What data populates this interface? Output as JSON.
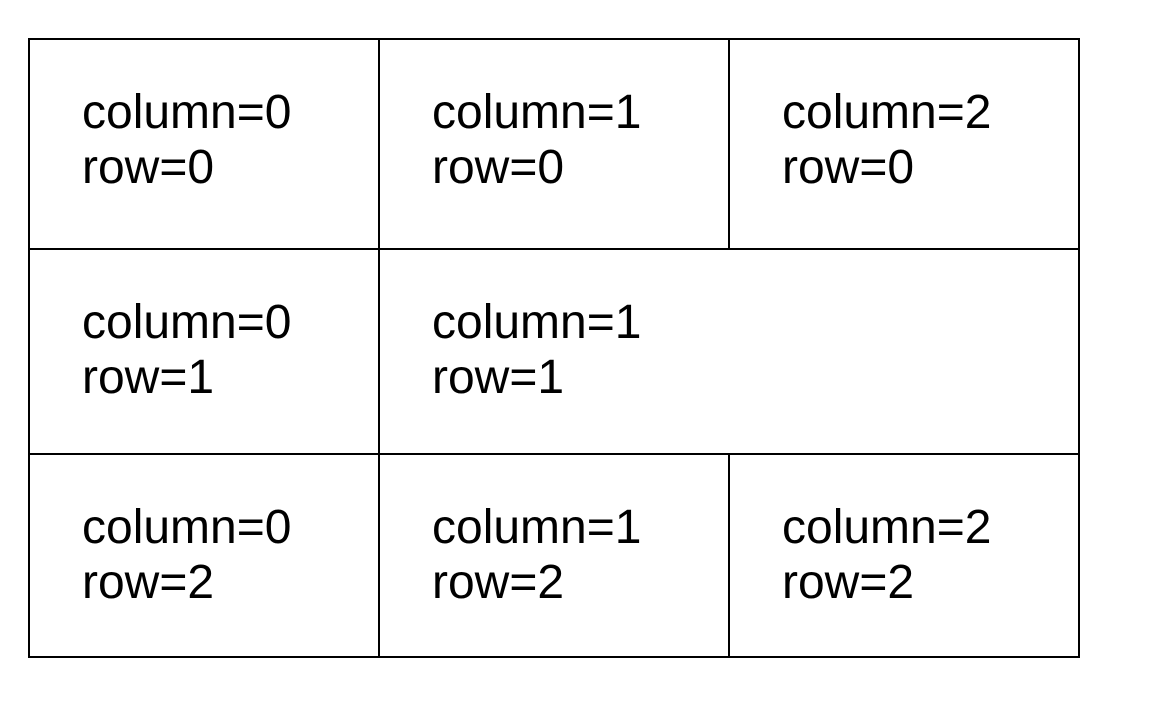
{
  "table": {
    "border_color": "#000000",
    "background_color": "#ffffff",
    "text_color": "#000000",
    "rows": [
      {
        "cells": [
          {
            "line1": "column=0",
            "line2": "row=0",
            "colspan": 1
          },
          {
            "line1": "column=1",
            "line2": "row=0",
            "colspan": 1
          },
          {
            "line1": "column=2",
            "line2": "row=0",
            "colspan": 1
          }
        ]
      },
      {
        "cells": [
          {
            "line1": "column=0",
            "line2": "row=1",
            "colspan": 1
          },
          {
            "line1": "column=1",
            "line2": "row=1",
            "colspan": 2
          }
        ]
      },
      {
        "cells": [
          {
            "line1": "column=0",
            "line2": "row=2",
            "colspan": 1
          },
          {
            "line1": "column=1",
            "line2": "row=2",
            "colspan": 1
          },
          {
            "line1": "column=2",
            "line2": "row=2",
            "colspan": 1
          }
        ]
      }
    ]
  }
}
